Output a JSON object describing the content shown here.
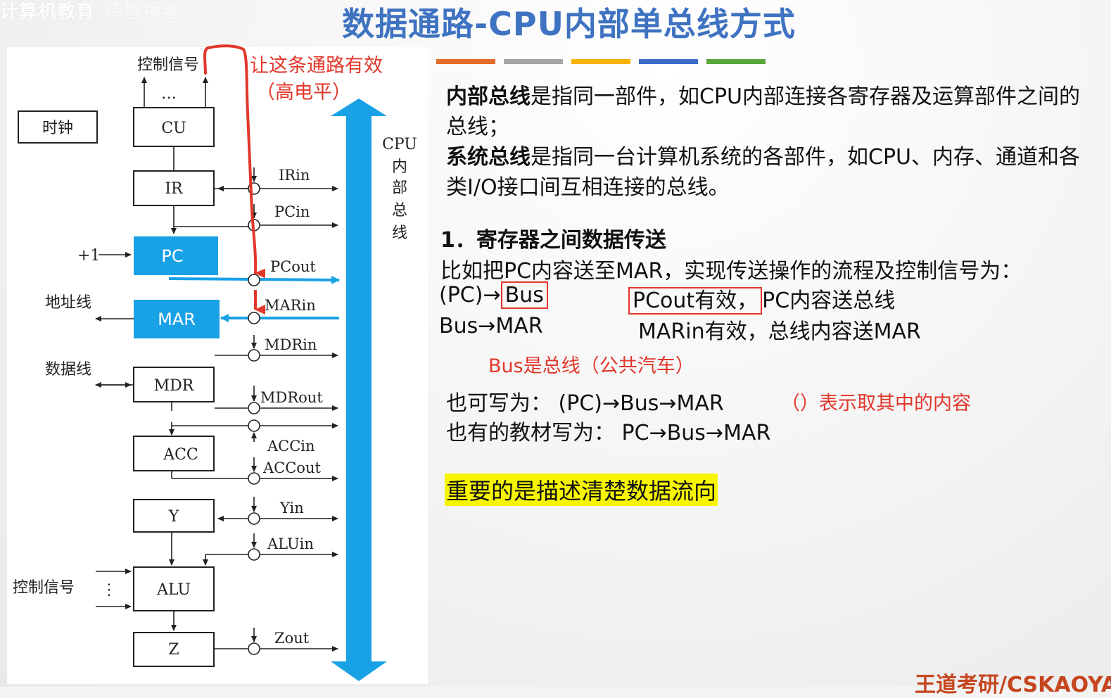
{
  "watermark": {
    "brand": "计算机教育",
    "faded": "传智播客"
  },
  "title": "数据通路-CPU内部单总线方式",
  "stripe_colors": [
    "#e46c2a",
    "#a5a5a5",
    "#f5b400",
    "#3d6ec8",
    "#5aa73c"
  ],
  "colors": {
    "accent_blue": "#19a1e6",
    "highlight_red": "#e2372b",
    "highlight_yellow": "#f7f600"
  },
  "diagram": {
    "clock": "时钟",
    "control_signal_top": "控制信号",
    "dots": "…",
    "bus_label": "CPU内部总线",
    "bus_label_chars": [
      "CPU",
      "内",
      "部",
      "总",
      "线"
    ],
    "plus_one": "+1",
    "address_line": "地址线",
    "data_line": "数据线",
    "control_signal_left": "控制信号",
    "registers": {
      "cu": "CU",
      "ir": "IR",
      "pc": "PC",
      "mar": "MAR",
      "mdr": "MDR",
      "acc": "ACC",
      "y": "Y",
      "alu": "ALU",
      "z": "Z"
    },
    "signals": {
      "irin": "IRin",
      "pcin": "PCin",
      "pcout": "PCout",
      "marin": "MARin",
      "mdrin": "MDRin",
      "mdrout": "MDRout",
      "accin": "ACCin",
      "accout": "ACCout",
      "yin": "Yin",
      "aluin": "ALUin",
      "zout": "Zout"
    },
    "annotation_line1": "让这条通路有效",
    "annotation_line2": "（高电平）"
  },
  "text": {
    "intro1_bold": "内部总线",
    "intro1_rest": "是指同一部件，如CPU内部连接各寄存器及运算部件之间的总线；",
    "intro2_bold": "系统总线",
    "intro2_rest": "是指同一台计算机系统的各部件，如CPU、内存、通道和各类I/O接口间互相连接的总线。",
    "section_title": "1．寄存器之间数据传送",
    "example": "比如把PC内容送至MAR，实现传送操作的流程及控制信号为：",
    "step1_prefix": "(PC)→",
    "step1_boxed": "Bus",
    "step1_desc_boxed": "PCout有效，",
    "step1_desc_rest": "PC内容送总线",
    "step2": "Bus→MAR",
    "step2_desc": "MARin有效，总线内容送MAR",
    "bus_note": "Bus是总线（公共汽车）",
    "alt1": "也可写为：  (PC)→Bus→MAR",
    "alt_note": "（）表示取其中的内容",
    "alt2": "也有的教材写为：  PC→Bus→MAR",
    "highlight": "重要的是描述清楚数据流向",
    "footer": "王道考研/CSKAOYAN"
  }
}
